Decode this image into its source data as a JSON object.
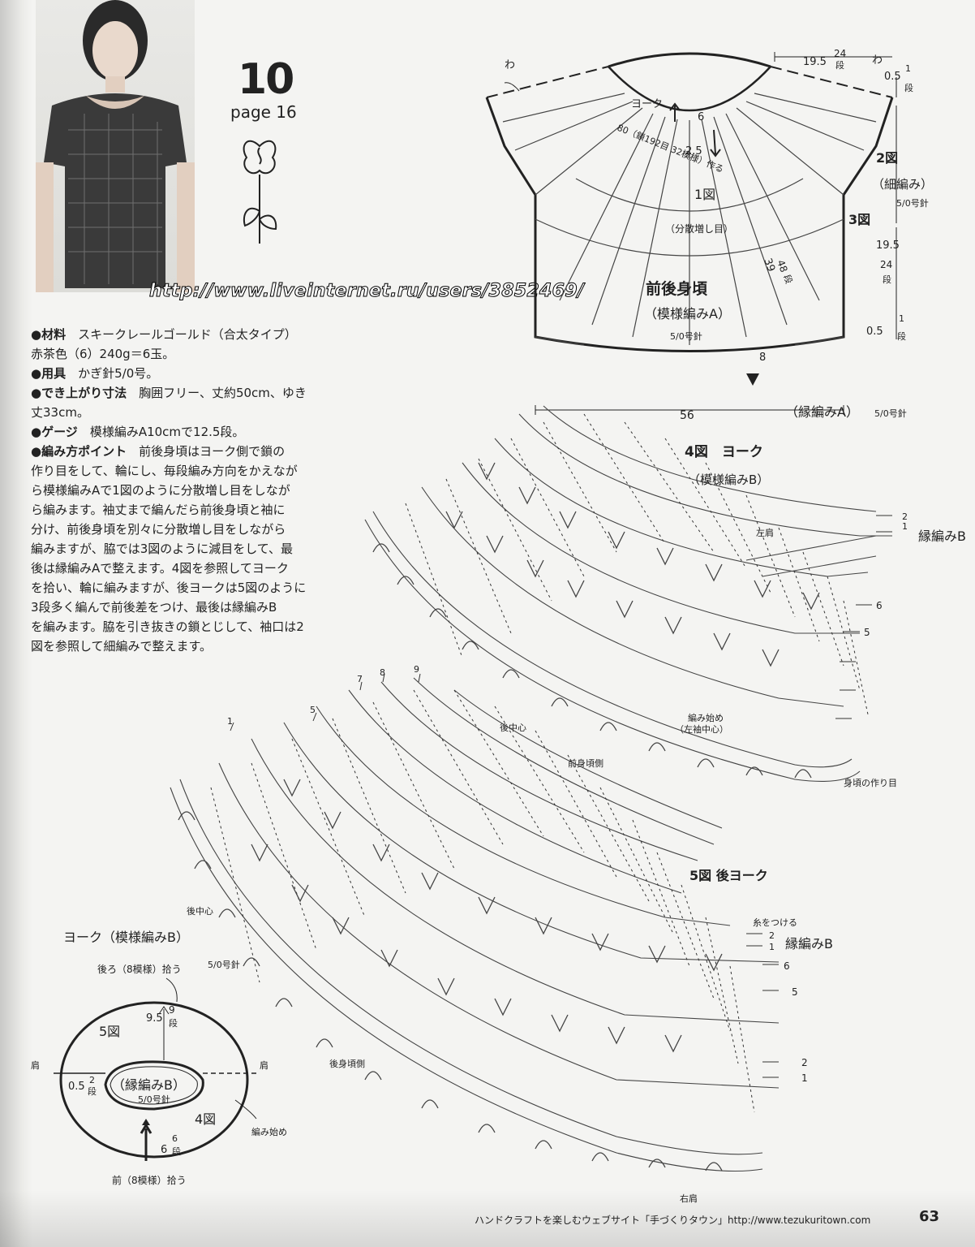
{
  "header": {
    "pattern_number": "10",
    "page_ref": "page 16",
    "watermark": "http://www.liveinternet.ru/users/3852469/"
  },
  "spec": {
    "material_label": "●材料",
    "material": "スキークレールゴールド（合太タイプ）",
    "material_color": "赤茶色（6）240g＝6玉。",
    "tools_label": "●用具",
    "tools": "かぎ針5/0号。",
    "size_label": "●でき上がり寸法",
    "size_1": "胸囲フリー、丈約50cm、ゆき",
    "size_2": "丈33cm。",
    "gauge_label": "●ゲージ",
    "gauge": "模様編みA10cmで12.5段。",
    "points_label": "●編み方ポイント",
    "points_lines": [
      "前後身頃はヨーク側で鎖の",
      "作り目をして、輪にし、毎段編み方向をかえなが",
      "ら模様編みAで1図のように分散増し目をしなが",
      "ら編みます。袖丈まで編んだら前後身頃と袖に",
      "分け、前後身頃を別々に分散増し目をしながら",
      "編みますが、脇では3図のように減目をして、最",
      "後は縁編みAで整えます。4図を参照してヨーク",
      "を拾い、輪に編みますが、後ヨークは5図のように",
      "3段多く編んで前後差をつけ、最後は縁編みB",
      "を編みます。脇を引き抜きの鎖とじして、袖口は2",
      "図を参照して細編みで整えます。"
    ]
  },
  "body_diagram": {
    "wa_left": "わ",
    "wa_right": "わ",
    "yoke": "ヨーク",
    "six": "6",
    "two_five": "2.5",
    "start_chain": "80（鎖192目 32模様）作る",
    "fig1": "1図",
    "distributed": "（分散増し目）",
    "body_title": "前後身頃",
    "body_pattern": "（模様編みA）",
    "body_needle": "5/0号針",
    "fig2": "2図",
    "fig2_sub": "（細編み）",
    "fig2_needle": "5/0号針",
    "fig3": "3図",
    "top_w": "19.5",
    "top_w_rows_a": "24",
    "top_w_rows_b": "段",
    "shoulder_a": "0.5",
    "shoulder_rows_a": "1",
    "shoulder_rows_b": "段",
    "side_len": "19.5",
    "side_rows_a": "24",
    "side_rows_b": "段",
    "hem_edge": "0.5",
    "hem_rows_a": "1",
    "hem_rows_b": "段",
    "body_len": "39",
    "body_rows_a": "48",
    "body_rows_b": "段",
    "eight": "8",
    "width": "56",
    "edge_a": "（縁編みA）",
    "edge_a_needle": "5/0号針"
  },
  "yoke4": {
    "title": "4図　ヨーク",
    "sub": "（模様編みB）",
    "left_shoulder": "左肩",
    "edge_b": "縁編みB",
    "r2": "2",
    "r1": "1",
    "r6": "6",
    "r5": "5",
    "back_center": "後中心",
    "front_side": "前身頃側",
    "start": "編み始め",
    "start_sub": "（左袖中心）",
    "body_chain": "身頃の作り目"
  },
  "yoke5": {
    "title": "5図  後ヨーク",
    "attach": "糸をつける",
    "edge_b": "縁編みB",
    "r2": "2",
    "r1": "1",
    "r6": "6",
    "r5": "5",
    "r2b": "2",
    "r1b": "1",
    "back_center": "後中心",
    "back_side": "後身頃側",
    "right_shoulder": "右肩",
    "top_rows": [
      "1",
      "5",
      "7",
      "8",
      "9"
    ]
  },
  "yoke_small": {
    "title": "ヨーク（模様編みB）",
    "back_pick": "後ろ（8模様）拾う",
    "needle": "5/0号針",
    "fig5": "5図",
    "depth": "9.5",
    "depth_rows_a": "9",
    "depth_rows_b": "段",
    "shoulder_l": "肩",
    "shoulder_r": "肩",
    "edge_b": "（縁編みB）",
    "edge_b_needle": "5/0号針",
    "edge_w": "0.5",
    "edge_rows_a": "2",
    "edge_rows_b": "段",
    "fig4": "4図",
    "start": "編み始め",
    "six": "6",
    "six_rows_a": "6",
    "six_rows_b": "段",
    "front_pick": "前（8模様）拾う"
  },
  "footer": {
    "text": "ハンドクラフトを楽しむウェブサイト「手づくりタウン」http://www.tezukuritown.com",
    "page": "63"
  }
}
